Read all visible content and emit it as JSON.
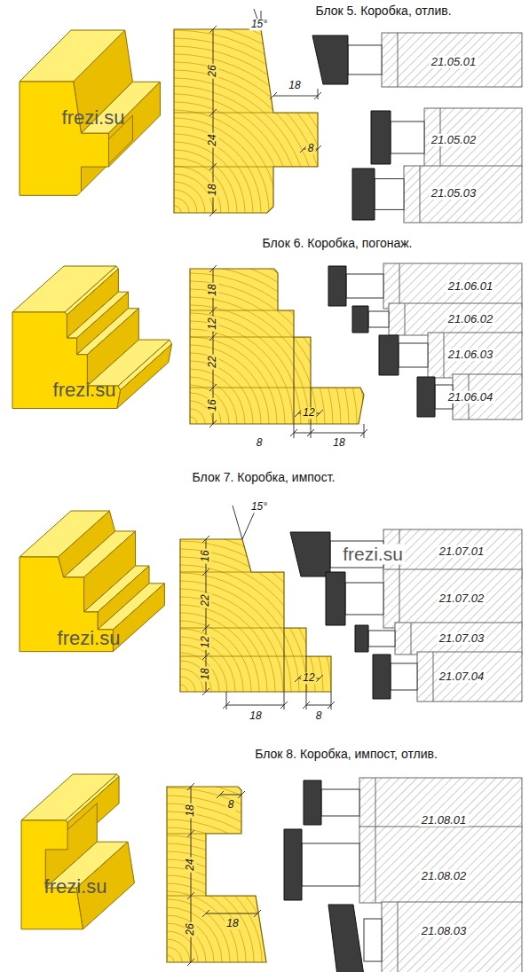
{
  "diagram": {
    "labels": [
      "Блок 5. Коробка, отлив.",
      "frezi.su",
      "15°",
      "26",
      "24",
      "18",
      "18",
      "8",
      "21.05.01",
      "21.05.02",
      "21.05.03",
      "Блок 6. Коробка, погонаж.",
      "frezi.su",
      "18",
      "12",
      "22",
      "16",
      "12",
      "8",
      "18",
      "21.06.01",
      "21.06.02",
      "21.06.03",
      "21.06.04",
      "Блок 7. Коробка, импост.",
      "frezi.su",
      "15°",
      "16",
      "22",
      "12",
      "18",
      "12",
      "18",
      "8",
      "frezi.su",
      "21.07.01",
      "21.07.02",
      "21.07.03",
      "21.07.04",
      "Блок 8. Коробка, импост, отлив.",
      "frezi.su",
      "18",
      "8",
      "24",
      "26",
      "18",
      "21.08.01",
      "21.08.02",
      "21.08.03"
    ]
  }
}
